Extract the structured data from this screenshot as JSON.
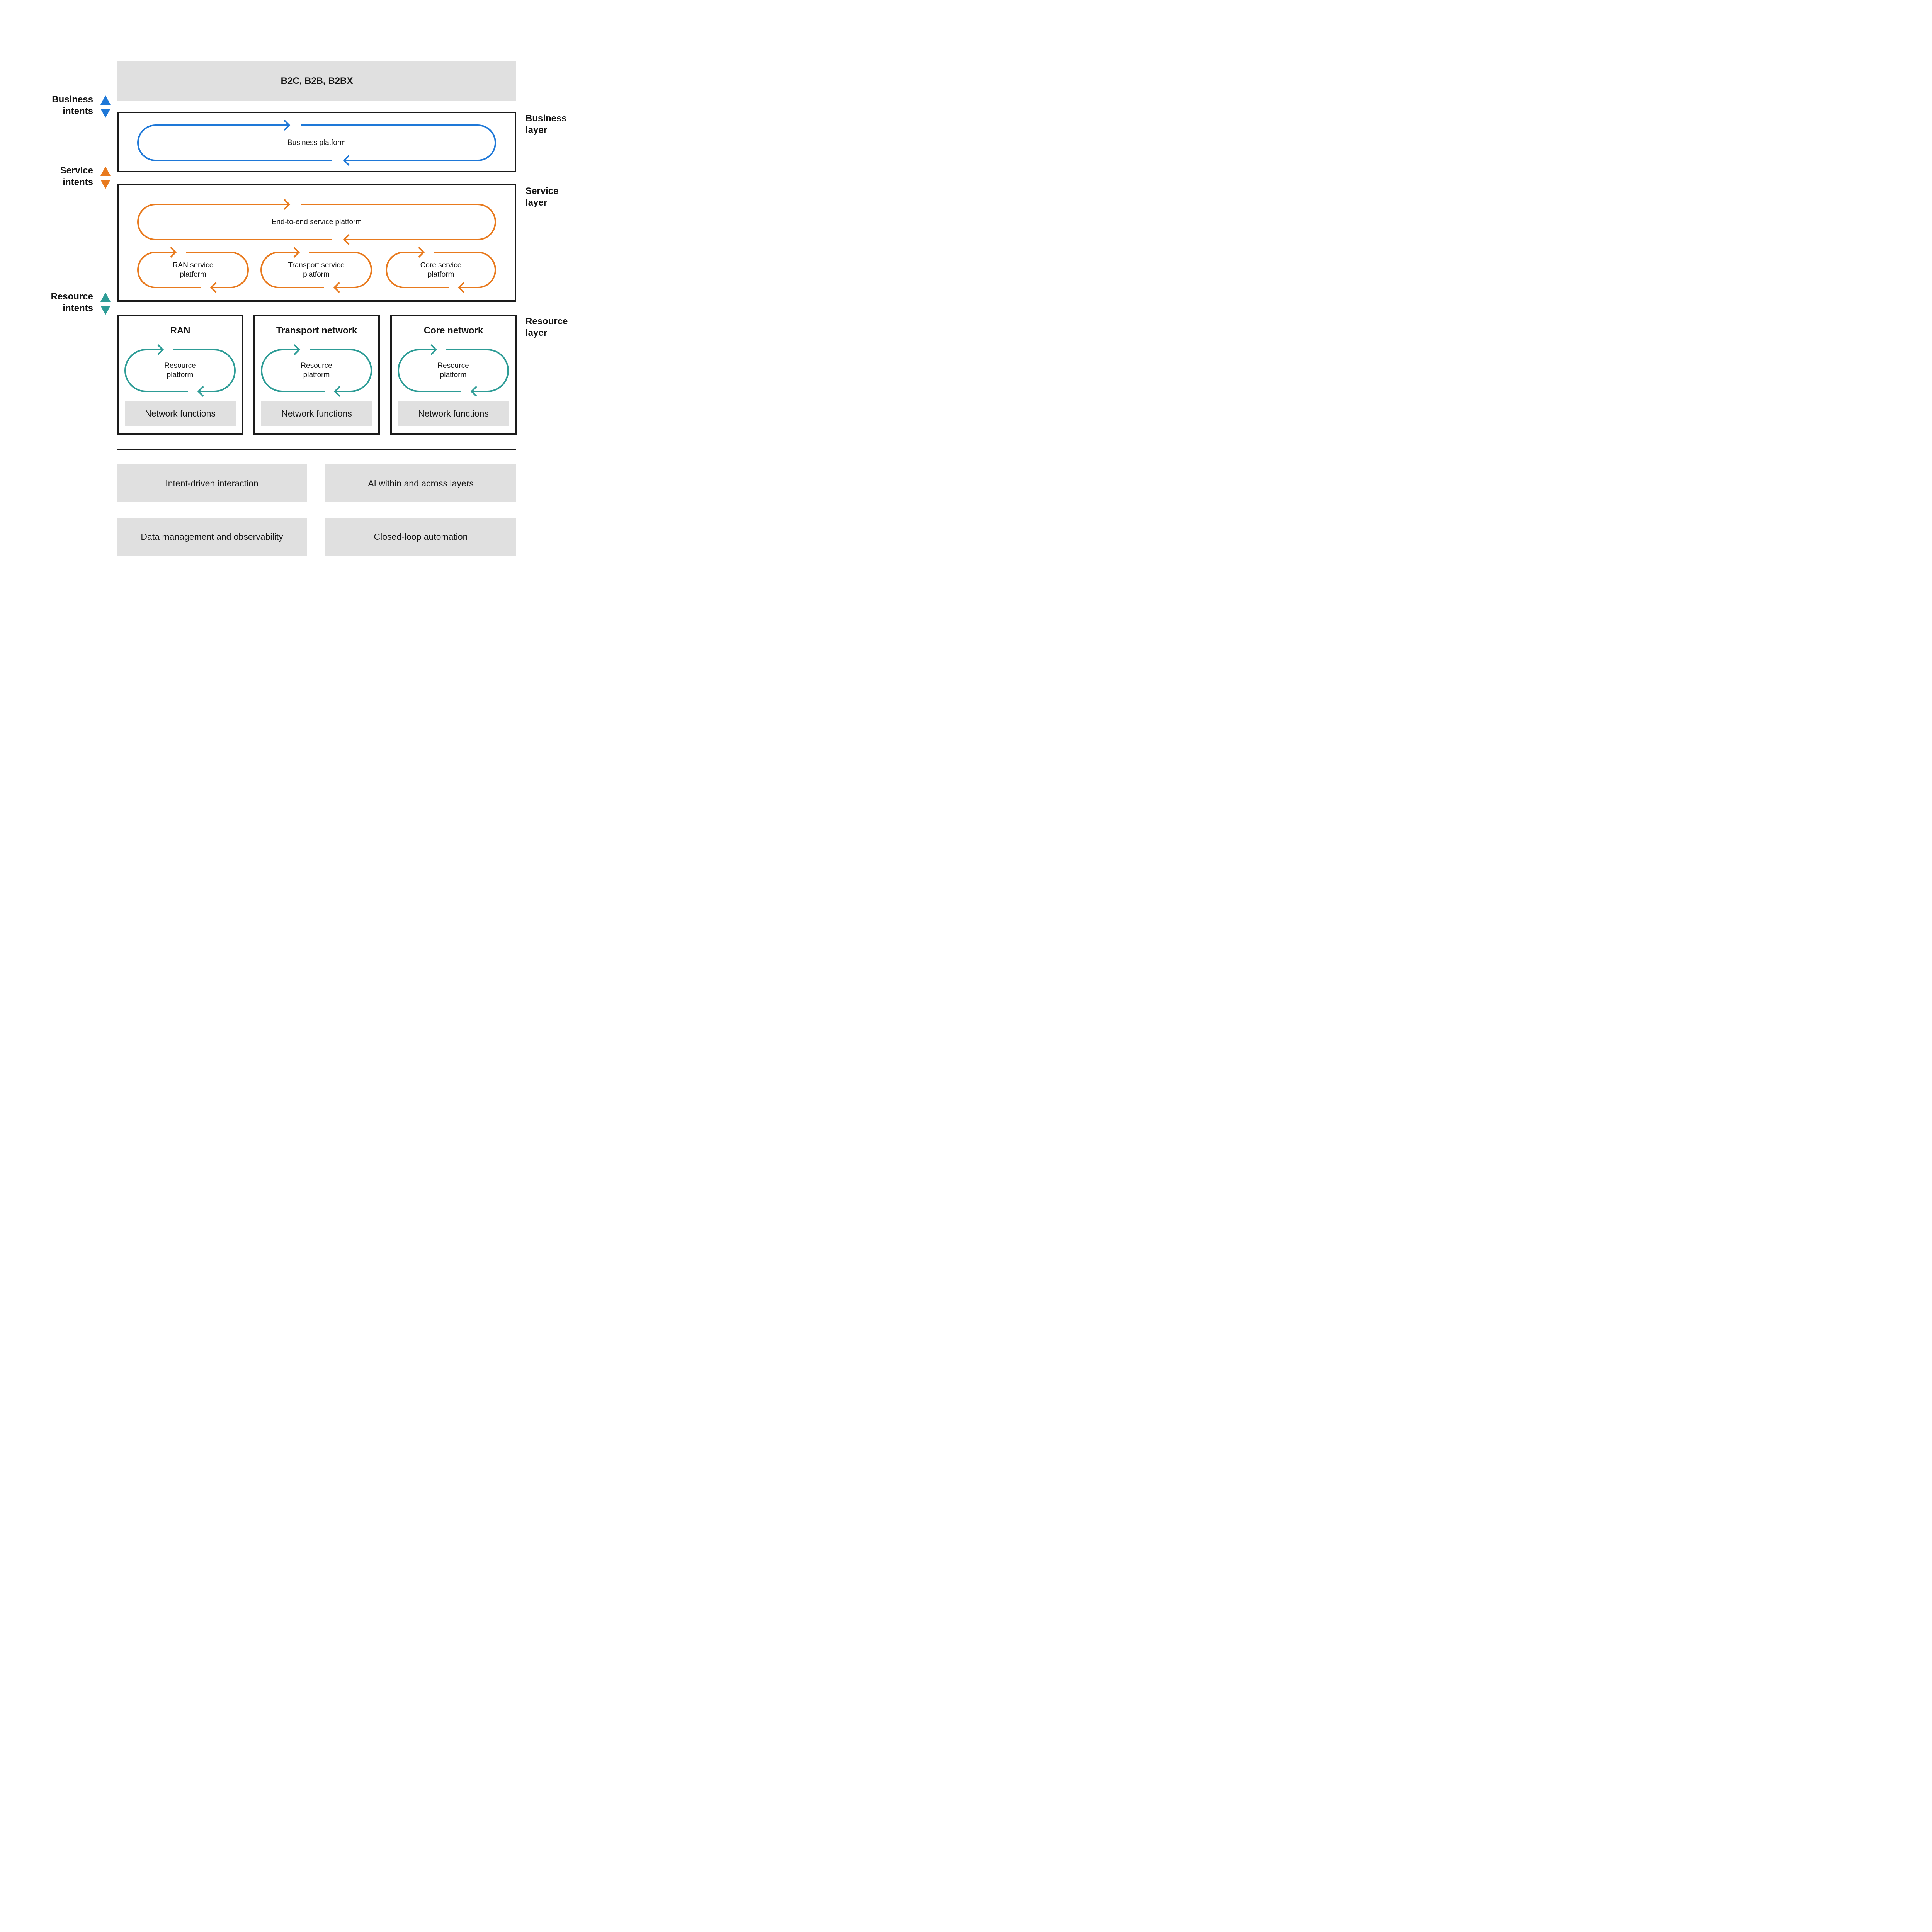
{
  "title_bar": {
    "label": "B2C, B2B, B2BX"
  },
  "intents": {
    "business": {
      "line1": "Business",
      "line2": "intents"
    },
    "service": {
      "line1": "Service",
      "line2": "intents"
    },
    "resource": {
      "line1": "Resource",
      "line2": "intents"
    }
  },
  "business_layer": {
    "side_label_line1": "Business",
    "side_label_line2": "layer",
    "platform": "Business platform"
  },
  "service_layer": {
    "side_label_line1": "Service",
    "side_label_line2": "layer",
    "e2e_platform": "End-to-end service platform",
    "platforms": [
      {
        "line1": "RAN service",
        "line2": "platform"
      },
      {
        "line1": "Transport service",
        "line2": "platform"
      },
      {
        "line1": "Core service",
        "line2": "platform"
      }
    ]
  },
  "resource_layer": {
    "side_label_line1": "Resource",
    "side_label_line2": "layer",
    "domains": [
      {
        "title": "RAN",
        "platform_line1": "Resource",
        "platform_line2": "platform",
        "functions_label": "Network functions"
      },
      {
        "title": "Transport network",
        "platform_line1": "Resource",
        "platform_line2": "platform",
        "functions_label": "Network functions"
      },
      {
        "title": "Core network",
        "platform_line1": "Resource",
        "platform_line2": "platform",
        "functions_label": "Network functions"
      }
    ]
  },
  "foundations": [
    {
      "label": "Intent-driven interaction"
    },
    {
      "label": "AI within and across layers"
    },
    {
      "label": "Data management and observability"
    },
    {
      "label": "Closed-loop automation"
    }
  ],
  "colors": {
    "business_blue": "#1e78d8",
    "service_orange": "#e87a1e",
    "resource_teal": "#2d9c96",
    "panel_gray": "#e0e0e0",
    "line_black": "#1a1a1a"
  }
}
